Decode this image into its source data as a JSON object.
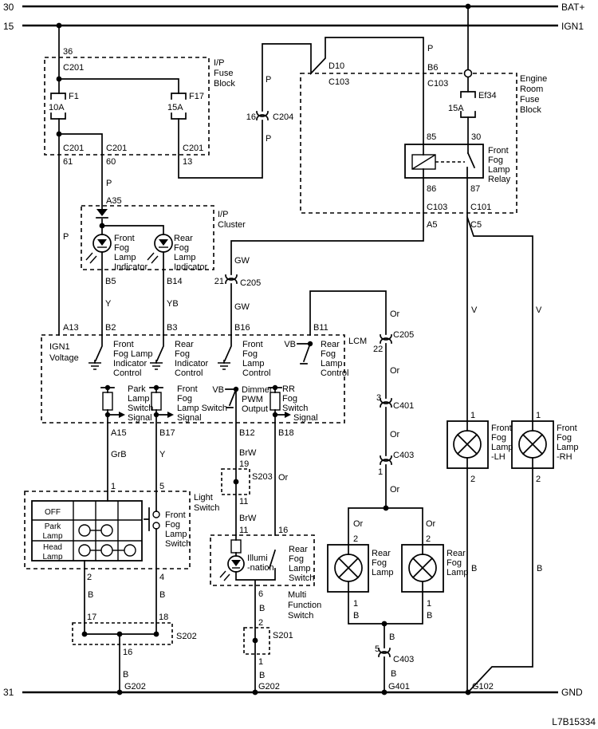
{
  "diagram_code": "L7B15334",
  "buses": {
    "bat_num": "30",
    "ign_num": "15",
    "gnd_num": "31",
    "bat": "BAT+",
    "ign": "IGN1",
    "gnd": "GND"
  },
  "wires": {
    "p": "P",
    "b": "B",
    "y": "Y",
    "yb": "YB",
    "gw": "GW",
    "grb": "GrB",
    "brw": "BrW",
    "or": "Or",
    "v": "V",
    "vb": "VB"
  },
  "connectors": {
    "c201": "C201",
    "c103": "C103",
    "c101": "C101",
    "c204": "C204",
    "c205": "C205",
    "c401": "C401",
    "c403": "C403"
  },
  "grounds": {
    "g202": "G202",
    "g401": "G401",
    "g102": "G102"
  },
  "splices": {
    "s201": "S201",
    "s202": "S202",
    "s203": "S203"
  },
  "conn_pins": {
    "c204_16": "16",
    "c205_21": "21",
    "c205_22": "22",
    "c401_3": "3",
    "c403_1": "1",
    "c403_5": "5",
    "s203_19": "19",
    "s203_11": "11",
    "s201_2": "2",
    "s201_1": "1",
    "s202_17": "17",
    "s202_18": "18",
    "s202_16": "16"
  },
  "ip_fuse_block": {
    "label": [
      "I/P",
      "Fuse",
      "Block"
    ],
    "feed_pin": "36",
    "f1": {
      "name": "F1",
      "rating": "10A"
    },
    "f17": {
      "name": "F17",
      "rating": "15A"
    },
    "out_pins": [
      "61",
      "60",
      "13"
    ]
  },
  "engine_fuse_block": {
    "label": [
      "Engine",
      "Room",
      "Fuse",
      "Block"
    ],
    "ef34": {
      "name": "Ef34",
      "rating": "15A"
    },
    "relay": {
      "label": [
        "Front",
        "Fog",
        "Lamp",
        "Relay"
      ],
      "pins": {
        "p85": "85",
        "p30": "30",
        "p86": "86",
        "p87": "87"
      },
      "out_pins": {
        "a5": "A5",
        "c5": "C5",
        "b6": "B6",
        "d10": "D10"
      }
    }
  },
  "ip_cluster": {
    "label": [
      "I/P",
      "Cluster"
    ],
    "pin_in": "A35",
    "front_ind": [
      "Front",
      "Fog",
      "Lamp",
      "Indicator"
    ],
    "rear_ind": [
      "Rear",
      "Fog",
      "Lamp",
      "Indicator"
    ],
    "pins": {
      "b5": "B5",
      "b14": "B14"
    }
  },
  "lcm": {
    "name": "LCM",
    "ign1_voltage": [
      "IGN1",
      "Voltage"
    ],
    "pins": {
      "a13": "A13",
      "b2": "B2",
      "b3": "B3",
      "b16": "B16",
      "b11": "B11",
      "a15": "A15",
      "b17": "B17",
      "b12": "B12",
      "b18": "B18"
    },
    "fn_b2": [
      "Front",
      "Fog Lamp",
      "Indicator",
      "Control"
    ],
    "fn_b3": [
      "Rear",
      "Fog",
      "Indicator",
      "Control"
    ],
    "fn_b16": [
      "Front",
      "Fog",
      "Lamp",
      "Control"
    ],
    "fn_b11": [
      "Rear",
      "Fog",
      "Lamp",
      "Control"
    ],
    "fn_a15": [
      "Park",
      "Lamp",
      "Switch",
      "Signal"
    ],
    "fn_b17": [
      "Front",
      "Fog",
      "Lamp Switch",
      "Signal"
    ],
    "fn_b12": [
      "Dimmer",
      "PWM",
      "Output"
    ],
    "fn_b18": [
      "RR",
      "Fog",
      "Switch",
      "Signal"
    ]
  },
  "light_switch": {
    "label": [
      "Light",
      "Switch"
    ],
    "row_off": "OFF",
    "row_park": [
      "Park",
      "Lamp"
    ],
    "row_head": [
      "Head",
      "Lamp"
    ],
    "ffls": [
      "Front",
      "Fog",
      "Lamp",
      "Switch"
    ],
    "pins": {
      "p1": "1",
      "p5": "5",
      "p2": "2",
      "p4": "4"
    }
  },
  "mfs": {
    "label": [
      "Multi",
      "Function",
      "Switch"
    ],
    "illumination": [
      "Illumi",
      "-nation"
    ],
    "rfls": [
      "Rear",
      "Fog",
      "Lamp",
      "Switch"
    ],
    "pins": {
      "p11": "11",
      "p16": "16",
      "p6": "6"
    }
  },
  "front_fog": {
    "lh": [
      "Front",
      "Fog",
      "Lamp",
      "-LH"
    ],
    "rh": [
      "Front",
      "Fog",
      "Lamp",
      "-RH"
    ],
    "pin1": "1",
    "pin2": "2"
  },
  "rear_fog": {
    "label": [
      "Rear",
      "Fog",
      "Lamp"
    ],
    "pin1": "1",
    "pin2": "2"
  }
}
